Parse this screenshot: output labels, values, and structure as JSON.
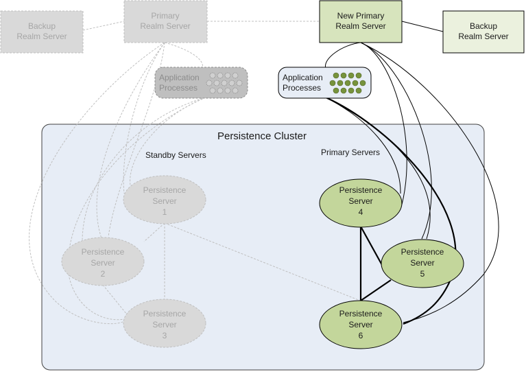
{
  "cluster": {
    "title": "Persistence Cluster",
    "standby_label": "Standby Servers",
    "primary_label": "Primary Servers"
  },
  "realm": {
    "old_backup": [
      "Backup",
      "Realm Server"
    ],
    "old_primary": [
      "Primary",
      "Realm Server"
    ],
    "new_primary": [
      "New Primary",
      "Realm Server"
    ],
    "new_backup": [
      "Backup",
      "Realm Server"
    ]
  },
  "app_old": [
    "Application",
    "Processes"
  ],
  "app_new": [
    "Application",
    "Processes"
  ],
  "servers": [
    {
      "line1": "Persistence",
      "line2": "Server",
      "num": "1"
    },
    {
      "line1": "Persistence",
      "line2": "Server",
      "num": "2"
    },
    {
      "line1": "Persistence",
      "line2": "Server",
      "num": "3"
    },
    {
      "line1": "Persistence",
      "line2": "Server",
      "num": "4"
    },
    {
      "line1": "Persistence",
      "line2": "Server",
      "num": "5"
    },
    {
      "line1": "Persistence",
      "line2": "Server",
      "num": "6"
    }
  ],
  "colors": {
    "cluster_fill": "#e7edf6",
    "faded_fill": "#d9d9d9",
    "faded_text": "#a6a6a6",
    "green_fill": "#c3d69b",
    "green_dot": "#77933c",
    "new_primary_fill": "#d7e4bd",
    "new_backup_fill": "#ebf1de"
  }
}
